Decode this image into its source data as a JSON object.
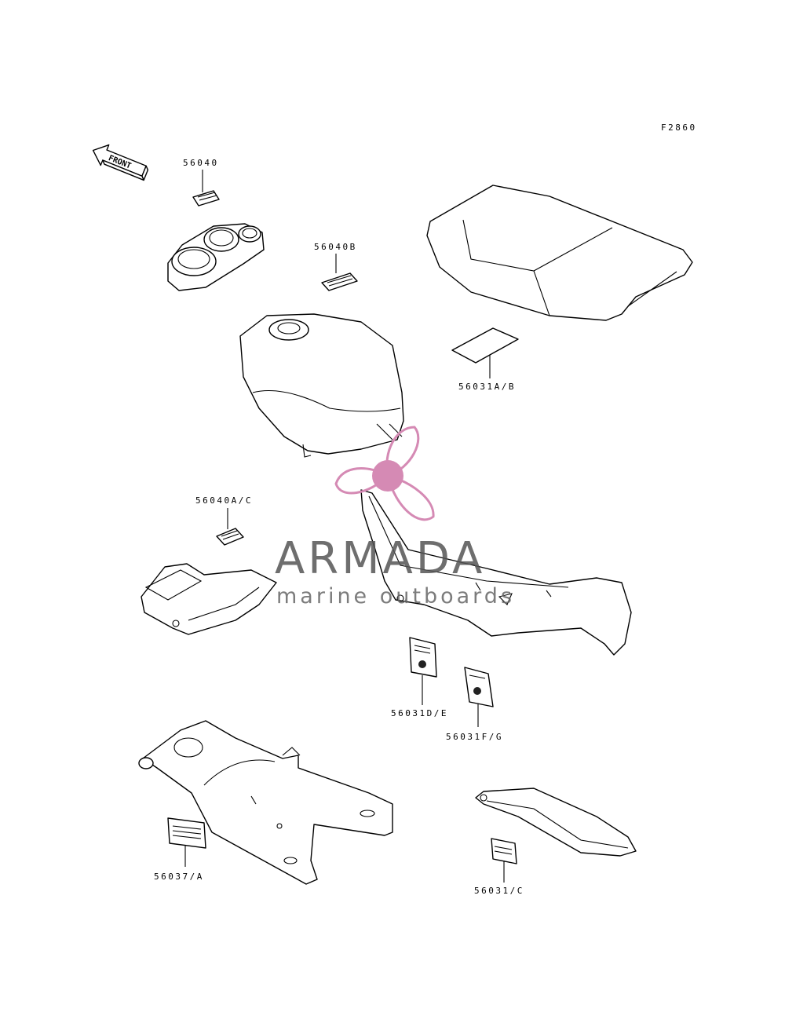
{
  "figure_code": "F2860",
  "front_arrow_text": "FRONT",
  "watermark": {
    "title": "ARMADA",
    "subtitle": "marine outboards",
    "logo_color": "#d58ab4"
  },
  "parts": [
    {
      "id": "56040",
      "label": "56040"
    },
    {
      "id": "56040B",
      "label": "56040B"
    },
    {
      "id": "56031AB",
      "label": "56031A/B"
    },
    {
      "id": "56040AC",
      "label": "56040A/C"
    },
    {
      "id": "56031DE",
      "label": "56031D/E"
    },
    {
      "id": "56031FG",
      "label": "56031F/G"
    },
    {
      "id": "56037A",
      "label": "56037/A"
    },
    {
      "id": "56031C",
      "label": "56031/C"
    }
  ]
}
